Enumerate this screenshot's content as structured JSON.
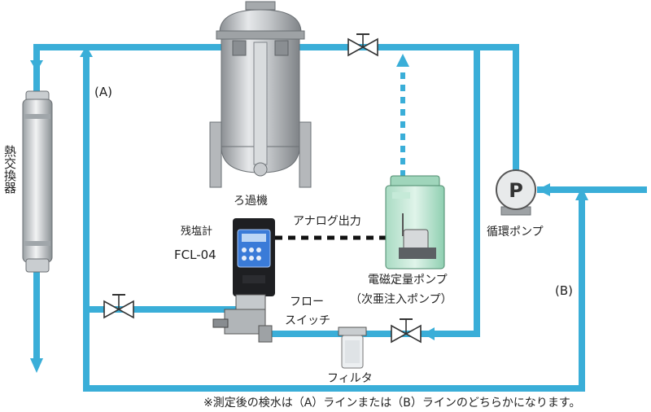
{
  "labels": {
    "heat_exchanger": "熱交換器",
    "line_a": "(A)",
    "line_b": "(B)",
    "filter_tank": "ろ過機",
    "analog_output": "アナログ出力",
    "residual_meter": "残塩計",
    "meter_model": "FCL-04",
    "circ_pump": "循環ポンプ",
    "pump_symbol": "P",
    "dosing_pump_line1": "電磁定量ポンプ",
    "dosing_pump_line2": "（次亜注入ポンプ）",
    "flow_switch_line1": "フロー",
    "flow_switch_line2": "スイッチ",
    "strainer": "フィルタ"
  },
  "footnote": "※測定後の検水は（A）ラインまたは（B）ラインのどちらかになります。",
  "colors": {
    "pipe": "#3aaed8",
    "pipe_dark": "#2a8fb8",
    "analog_signal": "#111111",
    "tank_metal": "#b9bcbf",
    "device_green": "#7cc9a3",
    "meter_blue": "#2d6fd0"
  }
}
